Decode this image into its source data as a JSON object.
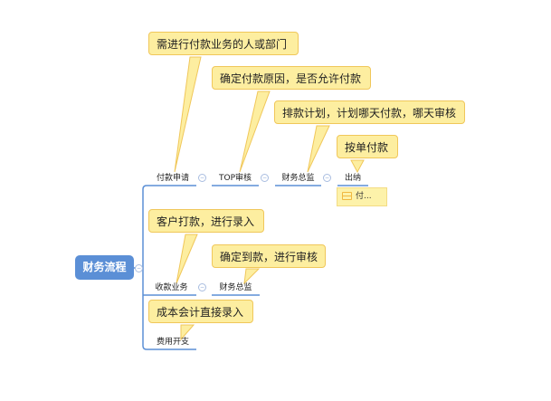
{
  "root": {
    "label": "财务流程"
  },
  "branches": {
    "pay": {
      "label": "付款申请",
      "steps": [
        "TOP审核",
        "财务总监",
        "出纳"
      ],
      "note": "付..."
    },
    "receive": {
      "label": "收款业务",
      "steps": [
        "财务总监"
      ]
    },
    "expense": {
      "label": "费用开支"
    }
  },
  "callouts": [
    "需进行付款业务的人或部门",
    "确定付款原因，是否允许付款",
    "排款计划，计划哪天付款，哪天审核",
    "按单付款",
    "客户打款，进行录入",
    "确定到款，进行审核",
    "成本会计直接录入"
  ],
  "colors": {
    "root": "#5b8fd6",
    "line": "#5b8fd6",
    "callout": "#fdeea0",
    "callout_border": "#f0c75a"
  }
}
